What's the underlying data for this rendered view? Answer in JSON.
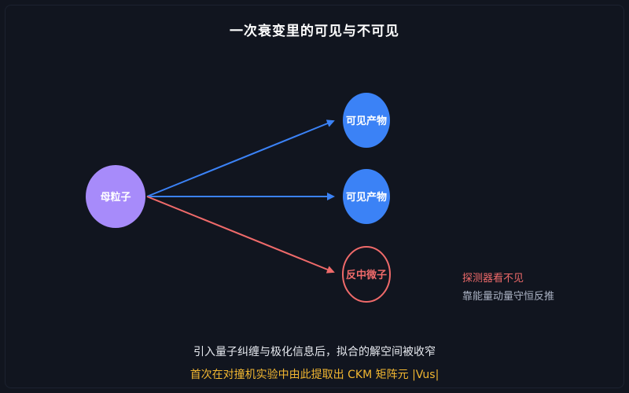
{
  "title": "一次衰变里的可见与不可见",
  "nodes": {
    "parent": "母粒子",
    "visible_1": "可见产物",
    "visible_2": "可见产物",
    "antineutrino": "反中微子"
  },
  "side_note": {
    "line1": "探测器看不见",
    "line2": "靠能量动量守恒反推"
  },
  "caption": {
    "main": "引入量子纠缠与极化信息后，拟合的解空间被收窄",
    "highlight": "首次在对撞机实验中由此提取出 CKM 矩阵元 |Vus|"
  },
  "colors": {
    "background": "#11151f",
    "parent_fill": "#a78bfa",
    "visible_fill": "#3b82f6",
    "arrow_blue": "#3b82f6",
    "arrow_red": "#ef6a6a",
    "highlight": "#f2b731"
  }
}
